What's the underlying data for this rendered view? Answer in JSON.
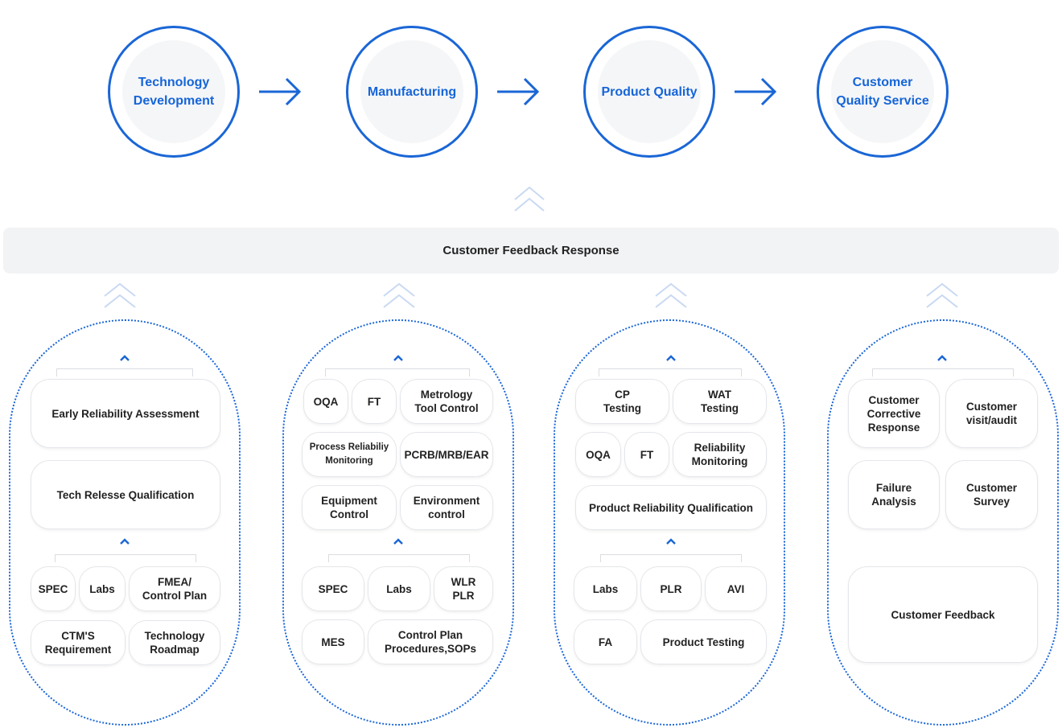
{
  "process": [
    {
      "label": "Technology\nDevelopment"
    },
    {
      "label": "Manufacturing"
    },
    {
      "label": "Product Quality"
    },
    {
      "label": "Customer\nQuality Service"
    }
  ],
  "feedback_bar": {
    "label": "Customer Feedback Response"
  },
  "columns": [
    {
      "upper": [
        {
          "label": "Early Reliability Assessment"
        },
        {
          "label": "Tech Relesse Qualification"
        }
      ],
      "lower": [
        {
          "label": "SPEC"
        },
        {
          "label": "Labs"
        },
        {
          "label": "FMEA/\nControl Plan"
        },
        {
          "label": "CTM'S\nRequirement"
        },
        {
          "label": "Technology\nRoadmap"
        }
      ]
    },
    {
      "upper": [
        {
          "label": "OQA"
        },
        {
          "label": "FT"
        },
        {
          "label": "Metrology\nTool Control"
        },
        {
          "label": "Process Reliabiliy\nMonitoring"
        },
        {
          "label": "PCRB/MRB/EAR"
        },
        {
          "label": "Equipment\nControl"
        },
        {
          "label": "Environment\ncontrol"
        }
      ],
      "lower": [
        {
          "label": "SPEC"
        },
        {
          "label": "Labs"
        },
        {
          "label": "WLR\nPLR"
        },
        {
          "label": "MES"
        },
        {
          "label": "Control Plan\nProcedures,SOPs"
        }
      ]
    },
    {
      "upper": [
        {
          "label": "CP\nTesting"
        },
        {
          "label": "WAT\nTesting"
        },
        {
          "label": "OQA"
        },
        {
          "label": "FT"
        },
        {
          "label": "Reliability\nMonitoring"
        },
        {
          "label": "Product Reliability Qualification"
        }
      ],
      "lower": [
        {
          "label": "Labs"
        },
        {
          "label": "PLR"
        },
        {
          "label": "AVI"
        },
        {
          "label": "FA"
        },
        {
          "label": "Product Testing"
        }
      ]
    },
    {
      "upper": [
        {
          "label": "Customer\nCorrective\nResponse"
        },
        {
          "label": "Customer\nvisit/audit"
        },
        {
          "label": "Failure\nAnalysis"
        },
        {
          "label": "Customer\nSurvey"
        }
      ],
      "lower": [
        {
          "label": "Customer Feedback"
        }
      ]
    }
  ],
  "colors": {
    "accent": "#1a66d6",
    "pill_border": "#e4e6ea",
    "bar_bg": "#f2f3f5"
  }
}
